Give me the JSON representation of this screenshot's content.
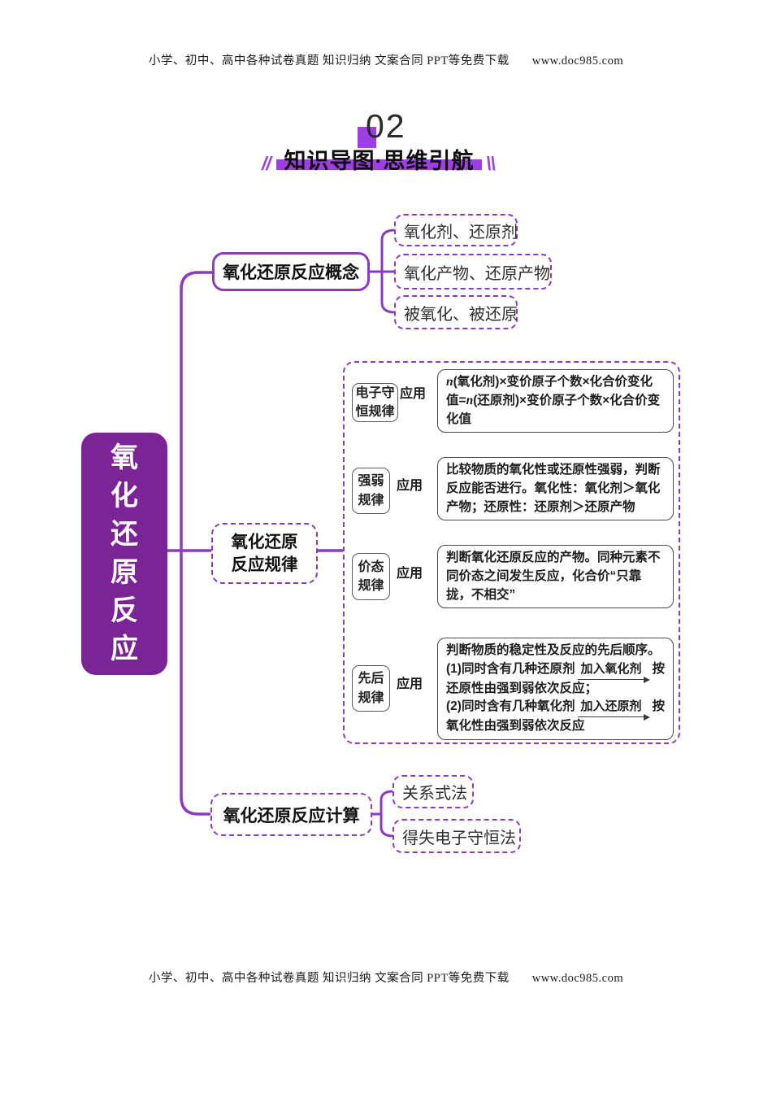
{
  "page": {
    "header_text": "小学、初中、高中各种试卷真题 知识归纳 文案合同 PPT等免费下载",
    "header_url": "www.doc985.com",
    "footer_text": "小学、初中、高中各种试卷真题 知识归纳 文案合同 PPT等免费下载",
    "footer_url": "www.doc985.com"
  },
  "section": {
    "number": "02",
    "title": "知识导图·思维引航",
    "decor_left": "//",
    "decor_right": "\\\\"
  },
  "colors": {
    "deep_purple": "#7a2496",
    "purple": "#8a3bc2",
    "bright_purple": "#9d3fe3",
    "arrow_gray": "#3f3f3f"
  },
  "mindmap": {
    "root": "氧化还原反应",
    "concepts": {
      "label": "氧化还原反应概念",
      "children": [
        "氧化剂、还原剂",
        "氧化产物、还原产物",
        "被氧化、被还原"
      ]
    },
    "rules": {
      "label_line1": "氧化还原",
      "label_line2": "反应规律",
      "rows": [
        {
          "name1": "电子守",
          "name2": "恒规律",
          "app": "应用",
          "n1": "n",
          "p1": "(氧化剂)×变价原子个数×化合价变化值=",
          "n2": "n",
          "p2": "(还原剂)×变价原子个数×化合价变化值"
        },
        {
          "name1": "强弱",
          "name2": "规律",
          "app": "应用",
          "desc": "比较物质的氧化性或还原性强弱，判断反应能否进行。氧化性：氧化剂＞氧化产物；还原性：还原剂＞还原产物"
        },
        {
          "name1": "价态",
          "name2": "规律",
          "app": "应用",
          "desc": "判断氧化还原反应的产物。同种元素不同价态之间发生反应，化合价“只靠拢，不相交”"
        },
        {
          "name1": "先后",
          "name2": "规律",
          "app": "应用",
          "intro": "判断物质的稳定性及反应的先后顺序。",
          "item1_pre": "(1)同时含有几种还原剂",
          "item1_arrow": "加入氧化剂",
          "item1_post": "按还原性由强到弱依次反应；",
          "item2_pre": "(2)同时含有几种氧化剂",
          "item2_arrow": "加入还原剂",
          "item2_post": "按氧化性由强到弱依次反应"
        }
      ]
    },
    "calc": {
      "label": "氧化还原反应计算",
      "children": [
        "关系式法",
        "得失电子守恒法"
      ]
    }
  }
}
